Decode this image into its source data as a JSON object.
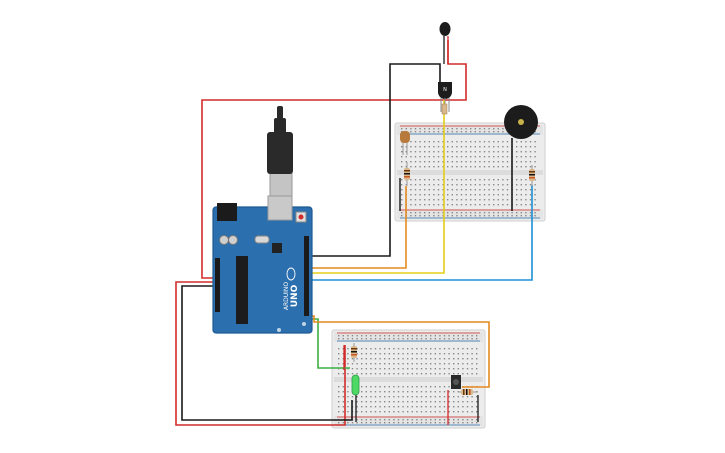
{
  "arduino": {
    "brand": "ARDUINO",
    "model": "UNO"
  },
  "components": {
    "transistor_label": "N"
  },
  "colors": {
    "board_blue": "#2b6fae",
    "board_dark_blue": "#1f5a93",
    "wire_red": "#d22b2b",
    "wire_black": "#1a1a1a",
    "wire_yellow": "#e3cf1a",
    "wire_orange": "#e58a1f",
    "wire_blue": "#1e90d6",
    "wire_green": "#3cb043",
    "breadboard": "#eeeeee",
    "breadboard_hole": "#888888",
    "usb_plug": "#2a2a2a",
    "buzzer": "#222222",
    "led": "#4cd964"
  }
}
